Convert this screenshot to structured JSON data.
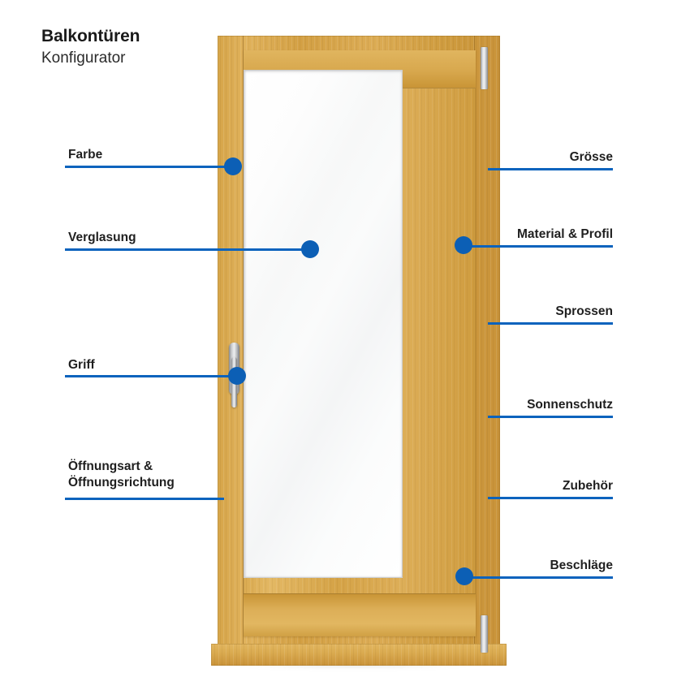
{
  "header": {
    "title": "Balkontüren",
    "subtitle": "Konfigurator"
  },
  "theme": {
    "accent_blue": "#0c63bd",
    "dot_blue": "#0c5fb5",
    "wood": "#d9a94a",
    "glass": "#fafbfb",
    "text": "#1f1f1f",
    "background": "#ffffff"
  },
  "product": {
    "name": "Balkontür",
    "parts": [
      "outer-frame",
      "sash-frame",
      "glass-panel",
      "sill",
      "handle",
      "hinge-top",
      "hinge-bottom"
    ]
  },
  "callouts": {
    "left": [
      {
        "label": "Farbe",
        "has_dot": true
      },
      {
        "label": "Verglasung",
        "has_dot": true
      },
      {
        "label": "Griff",
        "has_dot": true
      },
      {
        "label": "Öffnungsart &",
        "label_line2": "Öffnungsrichtung",
        "has_dot": false
      }
    ],
    "right": [
      {
        "label": "Grösse",
        "has_dot": false
      },
      {
        "label": "Material & Profil",
        "has_dot": true
      },
      {
        "label": "Sprossen",
        "has_dot": false
      },
      {
        "label": "Sonnenschutz",
        "has_dot": false
      },
      {
        "label": "Zubehör",
        "has_dot": false
      },
      {
        "label": "Beschläge",
        "has_dot": true
      }
    ]
  }
}
